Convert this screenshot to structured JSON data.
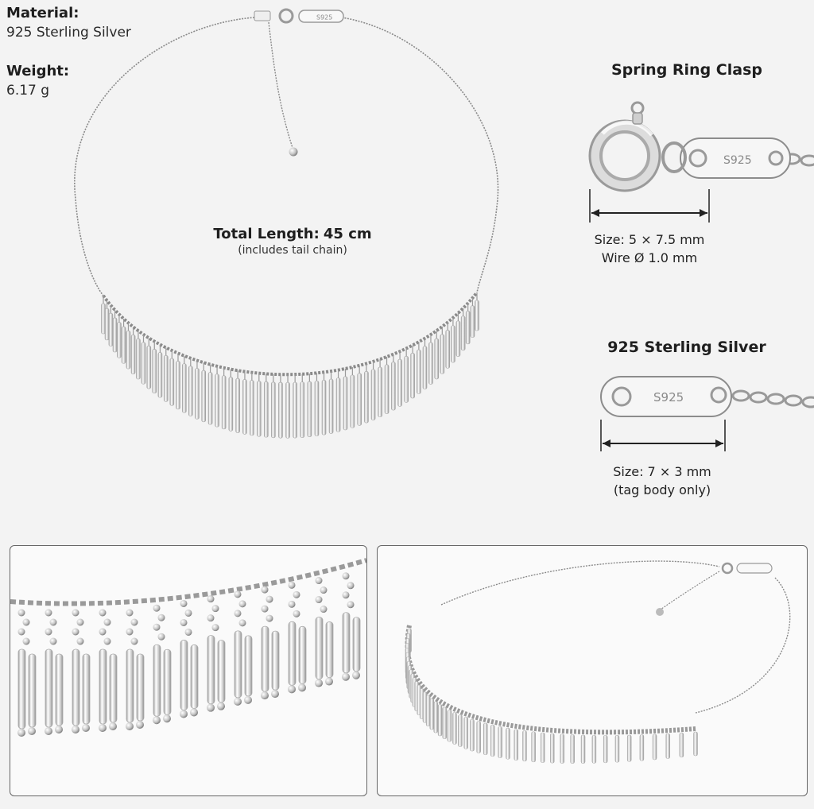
{
  "specs": {
    "material_label": "Material:",
    "material_value": "925 Sterling Silver",
    "weight_label": "Weight:",
    "weight_value": "6.17 g"
  },
  "main": {
    "length_label": "Total Length:",
    "length_value": "45 cm",
    "length_note": "(includes tail chain)"
  },
  "clasp": {
    "title": "Spring Ring Clasp",
    "tag_stamp": "S925",
    "size_line": "Size: 5 × 7.5 mm",
    "wire_line": "Wire Ø 1.0 mm"
  },
  "tag": {
    "title": "925 Sterling Silver",
    "stamp": "S925",
    "size_line": "Size: 7 × 3 mm",
    "note": "(tag body only)"
  },
  "colors": {
    "background": "#f3f3f3",
    "silver_light": "#fdfdfd",
    "silver_mid": "#c9c9c9",
    "silver_dark": "#8a8a8a",
    "panel_border": "#666666"
  }
}
